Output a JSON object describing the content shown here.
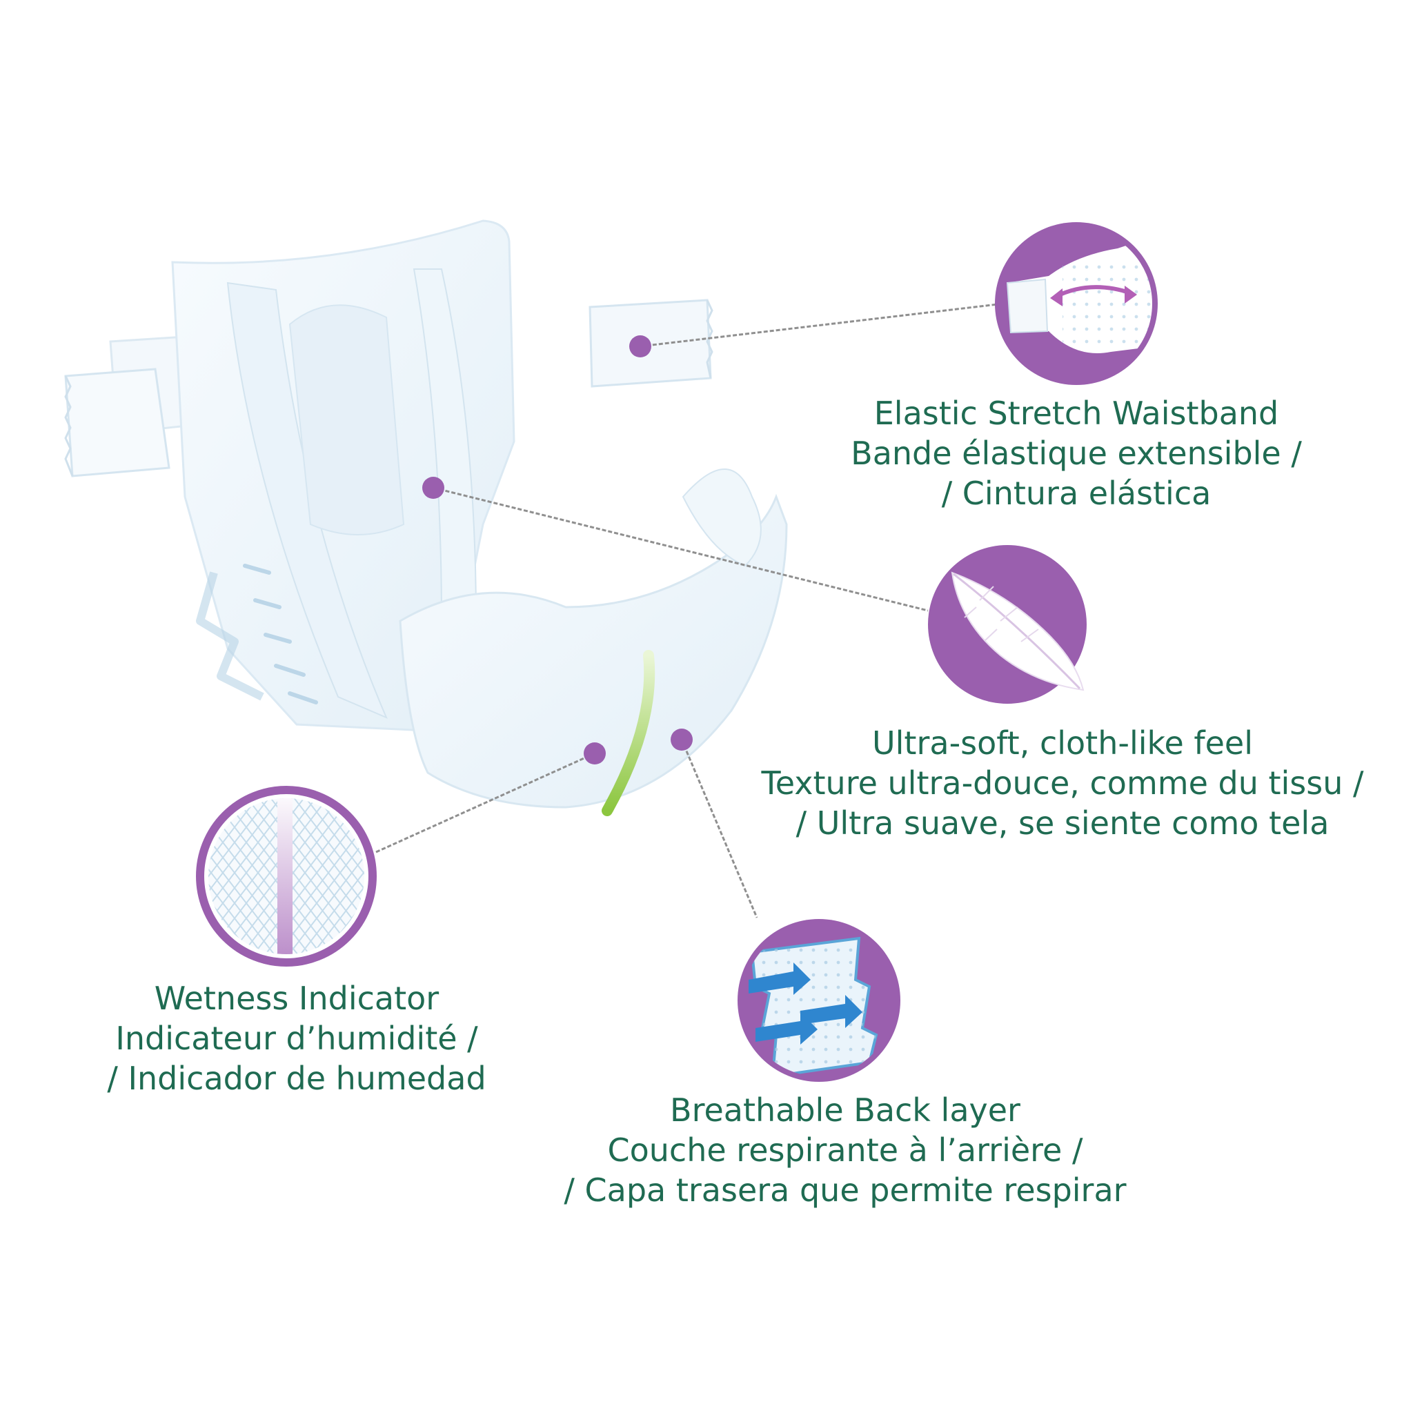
{
  "colors": {
    "caption_text": "#1f6b52",
    "badge_purple": "#9a5fae",
    "badge_ring": "#d9c4e3",
    "leader_line": "#8f8f8f",
    "dot": "#9a5fae",
    "diaper_body": "#eef6fb",
    "diaper_shadow": "#cfe3f0",
    "wetness_stripe": "#8cc63f"
  },
  "features": [
    {
      "id": "waistband",
      "icon": "elastic-stretch-icon",
      "lines": [
        "Elastic Stretch Waistband",
        "Bande élastique extensible /",
        "/ Cintura elástica"
      ]
    },
    {
      "id": "soft",
      "icon": "feather-icon",
      "lines": [
        "Ultra-soft, cloth-like feel",
        "Texture ultra-douce, comme du tissu /",
        "/ Ultra suave, se siente como tela"
      ]
    },
    {
      "id": "wetness",
      "icon": "wetness-indicator-icon",
      "lines": [
        "Wetness Indicator",
        "Indicateur d’humidité /",
        "/ Indicador de humedad"
      ]
    },
    {
      "id": "breathable",
      "icon": "airflow-layer-icon",
      "lines": [
        "Breathable Back layer",
        "Couche respirante à l’arrière /",
        "/ Capa trasera que permite respirar"
      ]
    }
  ]
}
